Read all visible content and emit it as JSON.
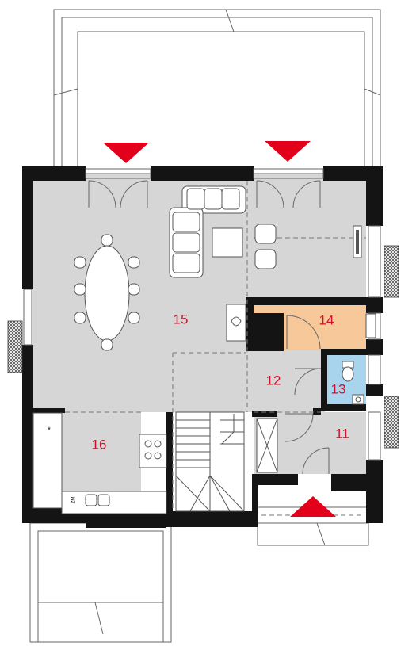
{
  "rooms": [
    {
      "id": "room-15",
      "label": "15"
    },
    {
      "id": "room-14",
      "label": "14"
    },
    {
      "id": "room-12",
      "label": "12"
    },
    {
      "id": "room-13",
      "label": "13"
    },
    {
      "id": "room-16",
      "label": "16"
    },
    {
      "id": "room-11",
      "label": "11"
    }
  ],
  "appliances": {
    "fridge_label": "ZM"
  },
  "colors": {
    "wall": "#141414",
    "floor_main": "#d6d6d6",
    "floor_utility": "#f7c89a",
    "floor_bathroom": "#a9d4ee",
    "entry_arrow": "#e3001b"
  }
}
